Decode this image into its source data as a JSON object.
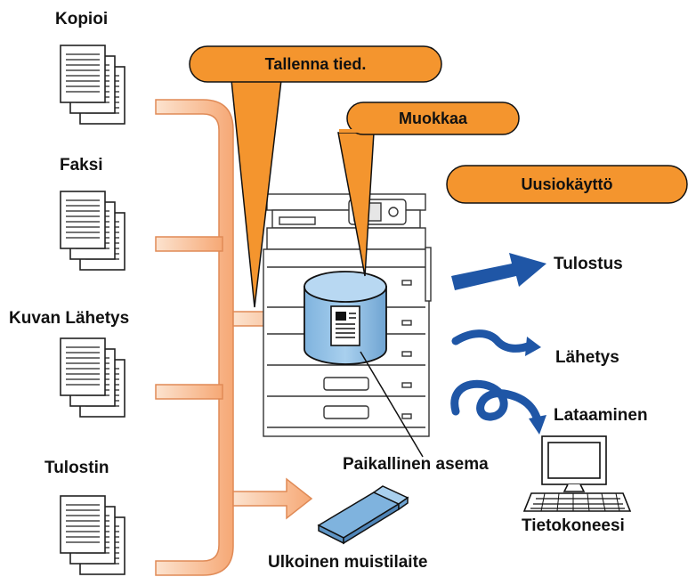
{
  "inputs": {
    "copy": "Kopioi",
    "fax": "Faksi",
    "image_send": "Kuvan Lähetys",
    "printer": "Tulostin"
  },
  "bubbles": {
    "store": "Tallenna tied.",
    "edit": "Muokkaa",
    "reuse": "Uusiokäyttö"
  },
  "outputs": {
    "print": "Tulostus",
    "send": "Lähetys",
    "download": "Lataaminen"
  },
  "devices": {
    "local_drive": "Paikallinen asema",
    "computer": "Tietokoneesi",
    "external_memory": "Ulkoinen muistilaite"
  },
  "colors": {
    "bubble_orange": "#F4952E",
    "arrow_peach": "#F7B98A",
    "drive_blue": "#8FBFE6",
    "output_blue": "#1F56A6"
  }
}
